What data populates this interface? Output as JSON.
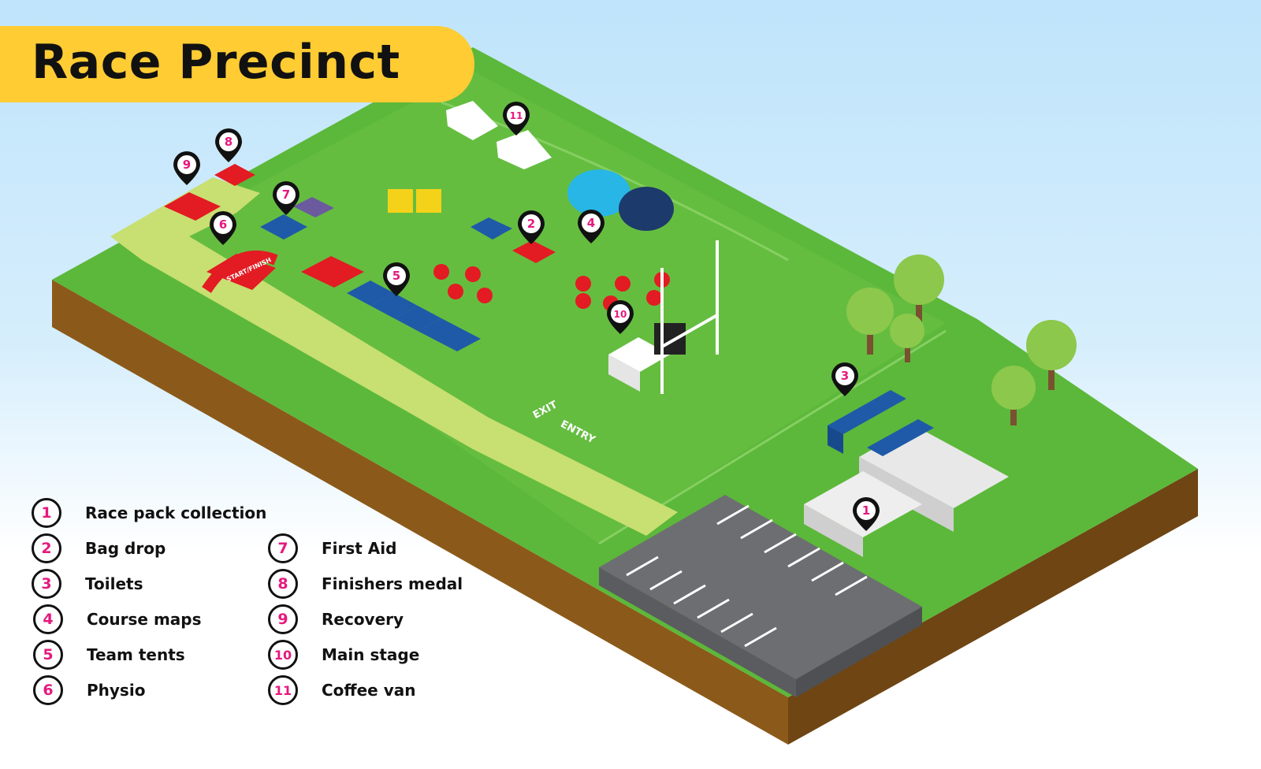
{
  "title": "Race Precinct",
  "colors": {
    "grass": "#5cb83a",
    "grass_light": "#74c64d",
    "path": "#c8df72",
    "soil": "#8b5a1a",
    "soil_dark": "#6e4513",
    "asphalt": "#6d6e71",
    "banner": "#ffcc33",
    "badge_number": "#e6197e",
    "tent_red": "#e31b23",
    "tent_blue": "#1f5aa8"
  },
  "legend": [
    {
      "num": "1",
      "label": "Race pack collection"
    },
    {
      "num": "2",
      "label": "Bag drop"
    },
    {
      "num": "3",
      "label": "Toilets"
    },
    {
      "num": "4",
      "label": "Course maps"
    },
    {
      "num": "5",
      "label": "Team tents"
    },
    {
      "num": "6",
      "label": "Physio"
    },
    {
      "num": "7",
      "label": "First Aid"
    },
    {
      "num": "8",
      "label": "Finishers medal"
    },
    {
      "num": "9",
      "label": "Recovery"
    },
    {
      "num": "10",
      "label": "Main stage"
    },
    {
      "num": "11",
      "label": "Coffee van"
    }
  ],
  "map_labels": {
    "exit": "EXIT",
    "entry": "ENTRY",
    "arch": "START/FINISH"
  },
  "pins": [
    {
      "num": "1",
      "icon": "map-pin-icon"
    },
    {
      "num": "2",
      "icon": "map-pin-icon"
    },
    {
      "num": "3",
      "icon": "map-pin-icon"
    },
    {
      "num": "4",
      "icon": "map-pin-icon"
    },
    {
      "num": "5",
      "icon": "map-pin-icon"
    },
    {
      "num": "6",
      "icon": "map-pin-icon"
    },
    {
      "num": "7",
      "icon": "map-pin-icon"
    },
    {
      "num": "8",
      "icon": "map-pin-icon"
    },
    {
      "num": "9",
      "icon": "map-pin-icon"
    },
    {
      "num": "10",
      "icon": "map-pin-icon"
    },
    {
      "num": "11",
      "icon": "map-pin-icon"
    }
  ]
}
